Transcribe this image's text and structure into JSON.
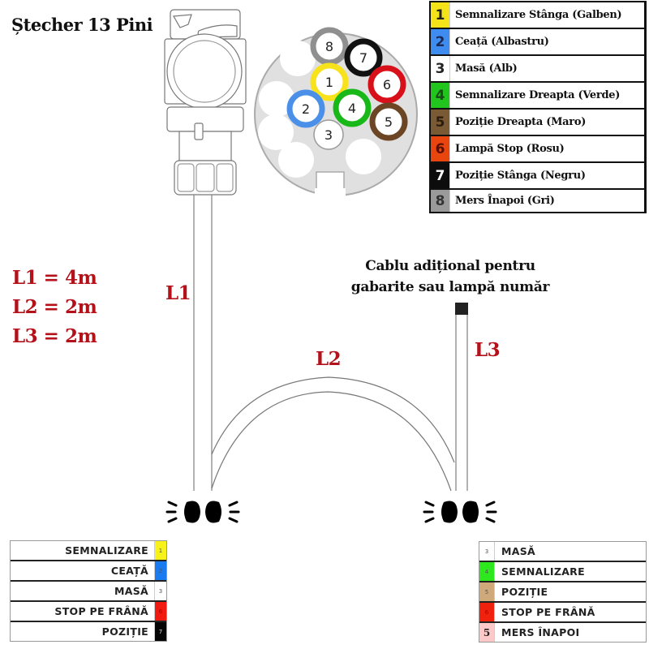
{
  "title": "Ștecher 13 Pini",
  "lengths": {
    "l1": "L1 = 4m",
    "l2": "L2 = 2m",
    "l3": "L3 = 2m"
  },
  "cable_labels": {
    "l1": "L1",
    "l2": "L2",
    "l3": "L3"
  },
  "extra_cable_note": {
    "line1": "Cablu adițional pentru",
    "line2": "gabarite sau lampă număr"
  },
  "pin_legend": [
    {
      "pin": "1",
      "label": "Semnalizare Stânga (Galben)",
      "color": "#f5e31a",
      "text_color": "#222222"
    },
    {
      "pin": "2",
      "label": "Ceață (Albastru)",
      "color": "#3f8cf0",
      "text_color": "#1a2a55"
    },
    {
      "pin": "3",
      "label": "Masă (Alb)",
      "color": "#ffffff",
      "text_color": "#222222"
    },
    {
      "pin": "4",
      "label": "Semnalizare Dreapta (Verde)",
      "color": "#22c51e",
      "text_color": "#1b4b1a"
    },
    {
      "pin": "5",
      "label": "Poziție Dreapta (Maro)",
      "color": "#7a5a35",
      "text_color": "#2b1c0c"
    },
    {
      "pin": "6",
      "label": "Lampă Stop (Rosu)",
      "color": "#e8450f",
      "text_color": "#5a0d00"
    },
    {
      "pin": "7",
      "label": "Poziție Stânga (Negru)",
      "color": "#0d0d0d",
      "text_color": "#ffffff"
    },
    {
      "pin": "8",
      "label": "Mers Înapoi (Gri)",
      "color": "#9a9a9a",
      "text_color": "#333333"
    }
  ],
  "socket_pins": [
    {
      "pin": "8",
      "ring": "#8f8f8f"
    },
    {
      "pin": "7",
      "ring": "#111111"
    },
    {
      "pin": "1",
      "ring": "#f7e21b"
    },
    {
      "pin": "6",
      "ring": "#d8101a"
    },
    {
      "pin": "2",
      "ring": "#4a90e8"
    },
    {
      "pin": "4",
      "ring": "#18b818"
    },
    {
      "pin": "5",
      "ring": "#6b4524"
    },
    {
      "pin": "3",
      "ring": "#9a9a9a"
    }
  ],
  "left_lamp_table": [
    {
      "label": "SEMNALIZARE",
      "pin": "1",
      "color": "#f7f21a"
    },
    {
      "label": "CEAȚĂ",
      "pin": "2",
      "color": "#1a7af0"
    },
    {
      "label": "MASĂ",
      "pin": "3",
      "color": "#ffffff"
    },
    {
      "label": "STOP PE FRÂNĂ",
      "pin": "6",
      "color": "#f01a10"
    },
    {
      "label": "POZIȚIE",
      "pin": "7",
      "color": "#050505"
    }
  ],
  "right_lamp_table": [
    {
      "pin": "3",
      "label": "MASĂ",
      "color": "#ffffff"
    },
    {
      "pin": "4",
      "label": "SEMNALIZARE",
      "color": "#2ee81e"
    },
    {
      "pin": "5",
      "label": "POZIȚIE",
      "color": "#cfa97a"
    },
    {
      "pin": "6",
      "label": "STOP PE FRÂNĂ",
      "color": "#f0220e"
    },
    {
      "pin": "5",
      "label": "MERS ÎNAPOI",
      "color": "#fcc8c8"
    }
  ]
}
